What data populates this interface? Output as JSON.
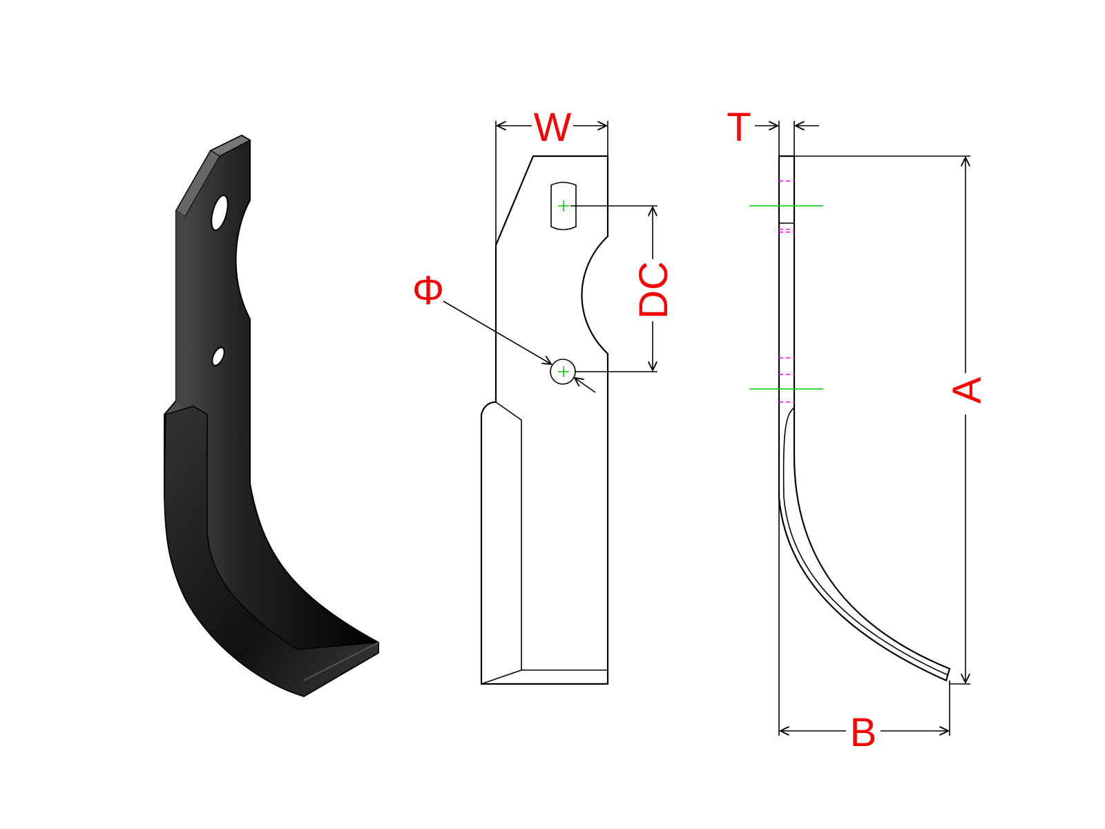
{
  "labels": {
    "width": "W",
    "thickness": "T",
    "hole_distance": "DC",
    "hole_diameter": "Φ",
    "height": "A",
    "offset": "B"
  },
  "colors": {
    "dimension": "#ff0000",
    "centerline": "#00cc00",
    "hidden": "#ff00ff",
    "blade": "#111111"
  }
}
